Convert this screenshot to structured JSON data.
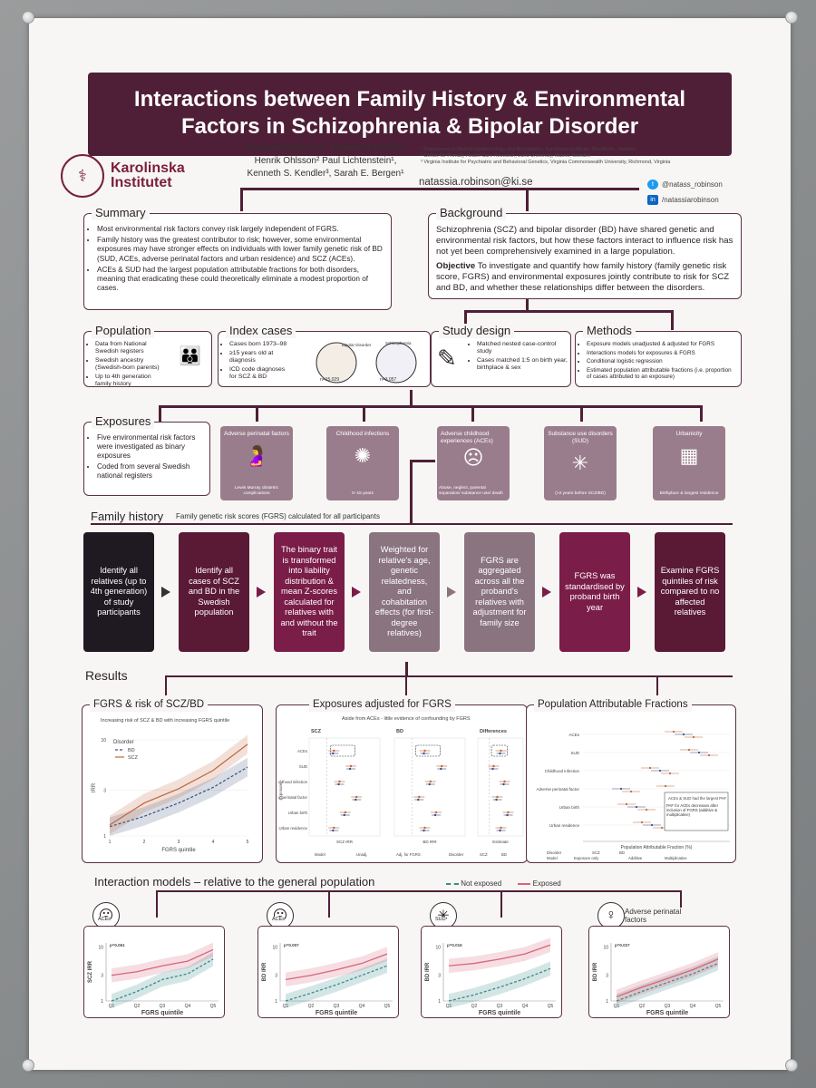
{
  "poster": {
    "title_line1": "Interactions between Family History & Environmental",
    "title_line2": "Factors in Schizophrenia & Bipolar Disorder",
    "logo_line1": "Karolinska",
    "logo_line2": "Institutet",
    "authors": [
      "Natassia Robinson¹, Alexander Ploner¹,",
      "Henrik Ohlsson² Paul Lichtenstein¹,",
      "Kenneth S. Kendler³, Sarah E. Bergen¹"
    ],
    "affiliations": [
      "¹ Department of Medical Epidemiology and Biostatistics, Karolinska Institutet, Stockholm, Sweden",
      "² Center for Primary Health Care Research, Lund University, Malmö, Sweden",
      "³ Virginia Institute for Psychiatric and Behavioral Genetics, Virginia Commonwealth University, Richmond, Virginia"
    ],
    "email": "natassia.robinson@ki.se",
    "twitter": "@natass_robinson",
    "linkedin": "/natassiarobinson"
  },
  "summary": {
    "title": "Summary",
    "bullets": [
      "Most environmental risk factors convey risk largely independent of FGRS.",
      "Family history was the greatest contributor to risk; however, some environmental exposures may have stronger effects on individuals with lower family genetic risk of BD (SUD, ACEs, adverse perinatal factors and urban residence) and SCZ (ACEs).",
      "ACEs & SUD had the largest population attributable fractions for both disorders, meaning that eradicating these could theoretically eliminate a modest proportion of cases."
    ]
  },
  "background": {
    "title": "Background",
    "text": "Schizophrenia (SCZ) and bipolar disorder (BD) have shared genetic and environmental risk factors, but how these factors interact to influence risk has not yet been comprehensively examined in a large population.",
    "objective_label": "Objective",
    "objective_text": " To investigate and quantify how family history (family genetic risk score, FGRS) and environmental exposures jointly contribute to risk for SCZ and BD, and whether these relationships differ between the disorders."
  },
  "population": {
    "title": "Population",
    "bullets": [
      "Data from National Swedish registers",
      "Swedish ancestry (Swedish-born parents)",
      "Up to 4th generation family history"
    ]
  },
  "index_cases": {
    "title": "Index cases",
    "bullets": [
      "Cases born 1973–98",
      "≥15 years old at diagnosis",
      "ICD code diagnoses for SCZ & BD"
    ],
    "bd_label": "Bipolar Disorder",
    "bd_n": "n=15,029",
    "scz_label": "Schizophrenia",
    "scz_n": "n=3,057"
  },
  "study_design": {
    "title": "Study design",
    "bullets": [
      "Matched nested case-control study",
      "Cases matched 1:5 on birth year, birthplace & sex"
    ]
  },
  "methods": {
    "title": "Methods",
    "bullets": [
      "Exposure models unadjusted & adjusted for FGRS",
      "Interactions models for exposures & FGRS",
      "Conditional logistic regression",
      "Estimated population attributable fractions (i.e. proportion of cases attributed to an exposure)"
    ]
  },
  "exposures": {
    "title": "Exposures",
    "bullets": [
      "Five environmental risk factors were investigated as binary exposures",
      "Coded from several Swedish national registers"
    ],
    "cards": [
      {
        "title": "Adverse perinatal factors",
        "caption": "Lewis Murray obstetric complications",
        "icon": "🤰"
      },
      {
        "title": "Childhood infections",
        "caption": "0–15 years",
        "icon": "🦠"
      },
      {
        "title": "Adverse childhood experiences (ACEs)",
        "caption": "Abuse, neglect, parental separation/ substance use/ death",
        "icon": "☹"
      },
      {
        "title": "Substance use disorders (SUD)",
        "caption": "(>2 years before SCZ/BD)",
        "icon": "✳"
      },
      {
        "title": "Urbanicity",
        "caption": "Birthplace & longest residence",
        "icon": "🏢"
      }
    ]
  },
  "family_history": {
    "title": "Family history",
    "subtitle": "Family genetic risk scores (FGRS) calculated for all participants",
    "steps": [
      {
        "text": "Identify all relatives (up to 4th generation) of study participants",
        "color": "#1f1a22"
      },
      {
        "text": "Identify all cases of SCZ and BD in the Swedish population",
        "color": "#5a1a36"
      },
      {
        "text": "The binary trait is transformed into liability distribution & mean Z-scores calculated for relatives with and without the trait",
        "color": "#7a1d48"
      },
      {
        "text": "Weighted for relative's age, genetic relatedness, and cohabitation effects (for first-degree relatives)",
        "color": "#8a7480"
      },
      {
        "text": "FGRS are aggregated across all the proband's relatives with adjustment for family size",
        "color": "#8a7480"
      },
      {
        "text": "FGRS was standardised by proband birth year",
        "color": "#7a1d48"
      },
      {
        "text": "Examine FGRS quintiles of risk compared to no affected relatives",
        "color": "#5a1a36"
      }
    ]
  },
  "results": {
    "title": "Results",
    "fgrs_chart": {
      "title": "FGRS & risk of SCZ/BD",
      "subtitle": "Increasing risk of SCZ & BD with increasing FGRS quintile",
      "legend_title": "Disorder",
      "xlabel": "FGRS quintile",
      "ylabel": "IRR"
    },
    "exposures_chart": {
      "title": "Exposures adjusted for FGRS",
      "subtitle": "Aside from ACEs - little evidence of confounding by FGRS",
      "panel_scz": "SCZ",
      "panel_bd": "BD",
      "panel_diff": "Differences",
      "rows": [
        "ACEs",
        "SUD",
        "Childhood infection",
        "Adverse perinatal factor",
        "Urban birth",
        "Urban residence"
      ],
      "ylabel": "Exposure",
      "x_scz": "SCZ IRR",
      "x_bd": "BD IRR",
      "x_diff": "Estimate",
      "legend_model": "Model",
      "legend_unadj": "Unadj.",
      "legend_adj": "Adj. for FGRS",
      "legend_disorder": "Disorder",
      "legend_scz": "SCZ",
      "legend_bd": "BD"
    },
    "paf_chart": {
      "title": "Population Attributable Fractions",
      "rows": [
        "ACEs",
        "SUD",
        "Childhood infection",
        "Adverse perinatal factor",
        "Urban birth",
        "Urban residence"
      ],
      "xlabel": "Population Attributable Fraction (%)",
      "notes": [
        "ACEs & SUD had the largest PAF",
        "PAF for ACEs decreases after inclusion of FGRS (additive & multiplicative)"
      ],
      "legend_disorder": "Disorder",
      "legend_scz": "SCZ",
      "legend_bd": "BD",
      "legend_model": "Model",
      "legend_exp": "Exposure only",
      "legend_add": "Additive",
      "legend_mult": "Multiplicative"
    },
    "interaction": {
      "title": "Interaction models – relative to the general population",
      "legend_not": "Not exposed",
      "legend_exposed": "Exposed",
      "xlabel": "FGRS quintile",
      "panels": [
        {
          "icon_label": "ACEs",
          "ylabel": "SCZ IRR",
          "p": "p=0.061"
        },
        {
          "icon_label": "ACEs",
          "ylabel": "BD IRR",
          "p": "p=0.007"
        },
        {
          "icon_label": "SUD",
          "ylabel": "BD IRR",
          "p": "p=0.016"
        },
        {
          "icon_label": "Adverse perinatal factors",
          "ylabel": "BD IRR",
          "p": "p=0.027"
        }
      ]
    }
  },
  "colors": {
    "primary": "#4f1f37",
    "scz_line": "#c0653b",
    "bd_line": "#3d4f7a",
    "exposed": "#d8647a",
    "not_exposed": "#3a8a8a"
  },
  "chart_data": [
    {
      "type": "line",
      "title": "FGRS & risk of SCZ/BD",
      "xlabel": "FGRS quintile",
      "ylabel": "IRR",
      "log_y": true,
      "x": [
        1,
        2,
        3,
        4,
        5
      ],
      "xlim": [
        1,
        5
      ],
      "ylim": [
        1,
        10
      ],
      "yticks": [
        1,
        3,
        10
      ],
      "series": [
        {
          "name": "BD",
          "values": [
            1.25,
            1.6,
            2.2,
            3.2,
            5.2
          ]
        },
        {
          "name": "SCZ",
          "values": [
            1.3,
            2.2,
            3.1,
            4.8,
            9.0
          ]
        }
      ]
    },
    {
      "type": "line",
      "title": "Interaction: ACEs (SCZ)",
      "xlabel": "FGRS quintile",
      "ylabel": "SCZ IRR",
      "log_y": true,
      "categories": [
        "Q1",
        "Q2",
        "Q3",
        "Q4",
        "Q5"
      ],
      "yticks": [
        1,
        3,
        10
      ],
      "series": [
        {
          "name": "Not exposed",
          "values": [
            1.0,
            1.5,
            2.5,
            3.2,
            6.0
          ]
        },
        {
          "name": "Exposed",
          "values": [
            3.0,
            3.5,
            4.5,
            5.5,
            9.0
          ]
        }
      ]
    },
    {
      "type": "line",
      "title": "Interaction: ACEs (BD)",
      "xlabel": "FGRS quintile",
      "ylabel": "BD IRR",
      "log_y": true,
      "categories": [
        "Q1",
        "Q2",
        "Q3",
        "Q4",
        "Q5"
      ],
      "yticks": [
        1,
        3,
        10
      ],
      "series": [
        {
          "name": "Not exposed",
          "values": [
            1.0,
            1.4,
            2.0,
            3.0,
            4.5
          ]
        },
        {
          "name": "Exposed",
          "values": [
            2.5,
            3.0,
            3.8,
            5.0,
            7.5
          ]
        }
      ]
    },
    {
      "type": "line",
      "title": "Interaction: SUD (BD)",
      "xlabel": "FGRS quintile",
      "ylabel": "BD IRR",
      "log_y": true,
      "categories": [
        "Q1",
        "Q2",
        "Q3",
        "Q4",
        "Q5"
      ],
      "yticks": [
        1,
        3,
        10
      ],
      "series": [
        {
          "name": "Not exposed",
          "values": [
            1.0,
            1.3,
            1.8,
            2.6,
            4.0
          ]
        },
        {
          "name": "Exposed",
          "values": [
            4.5,
            5.0,
            6.0,
            7.5,
            11.0
          ]
        }
      ]
    },
    {
      "type": "line",
      "title": "Interaction: Adverse perinatal factors (BD)",
      "xlabel": "FGRS quintile",
      "ylabel": "BD IRR",
      "log_y": true,
      "categories": [
        "Q1",
        "Q2",
        "Q3",
        "Q4",
        "Q5"
      ],
      "yticks": [
        1,
        3,
        10
      ],
      "series": [
        {
          "name": "Not exposed",
          "values": [
            1.0,
            1.5,
            2.2,
            3.2,
            5.0
          ]
        },
        {
          "name": "Exposed",
          "values": [
            1.2,
            1.8,
            2.6,
            3.8,
            6.0
          ]
        }
      ]
    }
  ]
}
